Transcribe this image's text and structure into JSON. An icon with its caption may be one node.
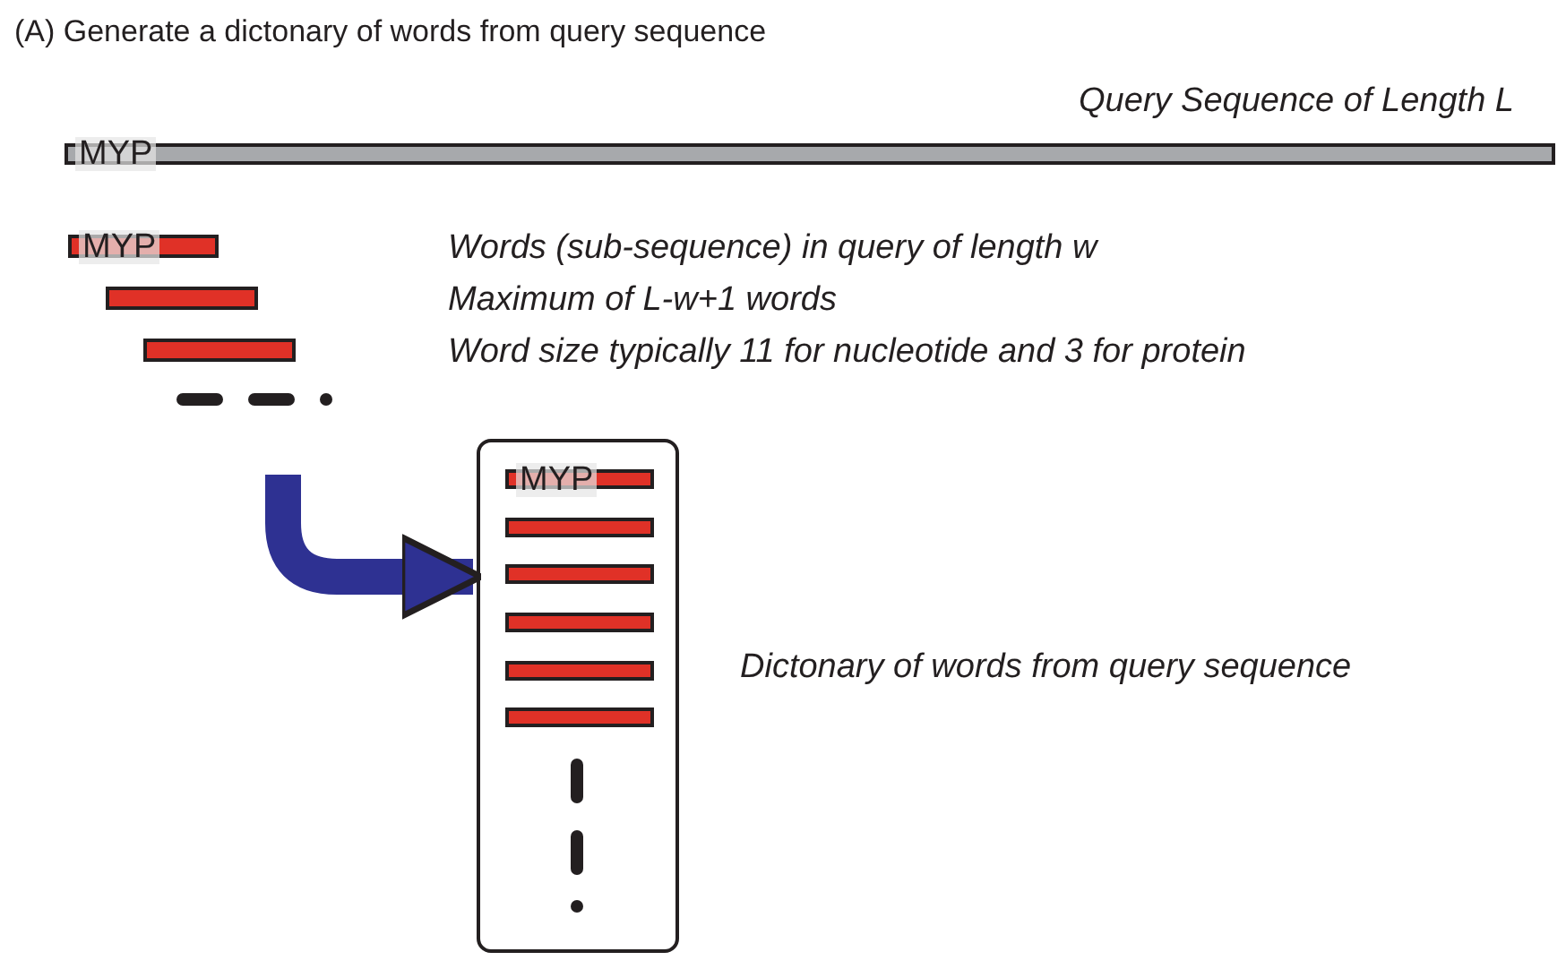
{
  "diagram": {
    "title": "(A) Generate a dictonary of words from query sequence",
    "nodes": [
      {
        "text": [
          "MYP"
        ],
        "beside": [
          "Query Sequence of Length L"
        ]
      },
      {
        "text": [
          "MYP"
        ]
      },
      {
        "text": [],
        "shape": "bar"
      },
      {
        "text": [],
        "shape": "bar"
      },
      {
        "text": [],
        "shape": "box",
        "beside": [
          "Dictonary of words from query sequence"
        ]
      },
      {
        "text": [
          "MYP"
        ],
        "in": 4
      },
      {
        "text": [],
        "shape": "bar",
        "in": 4
      },
      {
        "text": [],
        "shape": "bar",
        "in": 4
      },
      {
        "text": [],
        "shape": "bar",
        "in": 4
      },
      {
        "text": [],
        "shape": "bar",
        "in": 4
      },
      {
        "text": [],
        "shape": "bar",
        "in": 4
      }
    ],
    "edges": [
      {
        "from": null,
        "to": 4,
        "arrow": "to"
      }
    ],
    "labels": [
      "Words (sub-sequence) in query of length w",
      "Maximum of L-w+1 words",
      "Word size typically 11 for nucleotide and 3 for protein"
    ]
  }
}
